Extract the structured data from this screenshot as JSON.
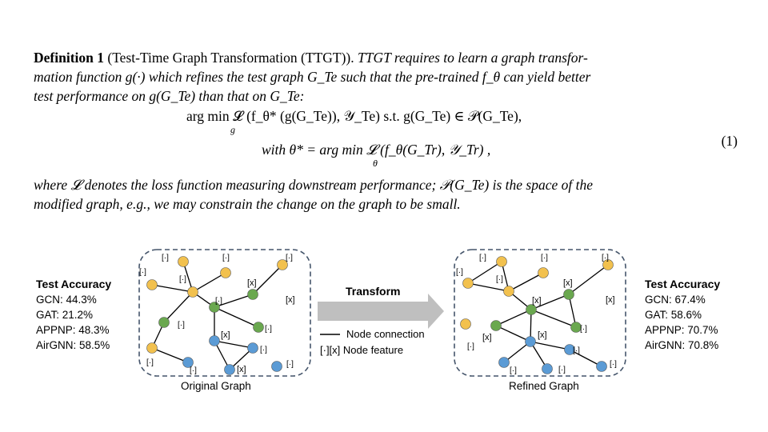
{
  "definition": {
    "title": "Definition 1",
    "title_paren": "(Test-Time Graph Transformation (TTGT)).",
    "line1": "TTGT requires to learn a graph transfor-",
    "line2": "mation function g(·) which refines the test graph G_Te such that the pre-trained f_θ can yield better",
    "line3": "test performance on g(G_Te) than that on G_Te:",
    "eq1": "arg min 𝓛 (f_θ* (g(G_Te)), 𝒴_Te)    s.t.    g(G_Te) ∈ 𝒫(G_Te),",
    "eq1_sub": "g",
    "eq2": "with θ* = arg min 𝓛 (f_θ(G_Tr), 𝒴_Tr) ,",
    "eq2_sub": "θ",
    "eq_number": "(1)",
    "line4": "where 𝓛 denotes the loss function measuring downstream performance; 𝒫(G_Te) is the space of the",
    "line5": "modified graph, e.g., we may constrain the change on the graph to be small."
  },
  "figure": {
    "left_accuracy": {
      "title": "Test Accuracy",
      "rows": [
        "GCN: 44.3%",
        "GAT: 21.2%",
        "APPNP: 48.3%",
        "AirGNN: 58.5%"
      ]
    },
    "right_accuracy": {
      "title": "Test Accuracy",
      "rows": [
        "GCN: 67.4%",
        "GAT: 58.6%",
        "APPNP: 70.7%",
        "AirGNN: 70.8%"
      ]
    },
    "arrow_label": "Transform",
    "legend": {
      "edge": "Node connection",
      "feature": "[·][x] Node feature"
    },
    "left_caption": "Original Graph",
    "right_caption": "Refined Graph",
    "feature_tag": "[·]",
    "feature_tag_x": "[x]",
    "colors": {
      "yellow": "#f2c14e",
      "green": "#6aa84f",
      "blue": "#5b9bd5",
      "box": "#44546a",
      "arrow": "#bfbfbf"
    }
  }
}
